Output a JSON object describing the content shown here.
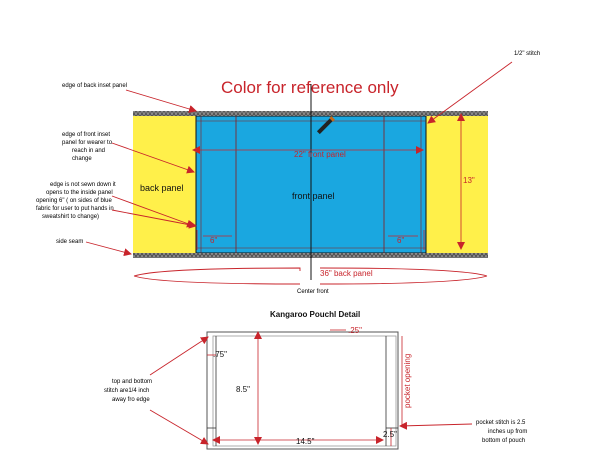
{
  "title": "Color for reference only",
  "annotations": {
    "stitch": "1/2\" stitch",
    "edge_back_inset": "edge of back inset panel",
    "edge_front_inset": [
      "edge of front inset",
      "panel for wearer to",
      "reach in and",
      "change"
    ],
    "edge_not_sewn": [
      "edge is not sewn down it",
      "opens to the inside panel",
      "opening 6\" ( on sides of blue",
      "fabric for user to put hands in",
      "sweatshirt to change)"
    ],
    "side_seam": "side seam",
    "center_front": "Center front"
  },
  "panels": {
    "back": "back panel",
    "front": "front panel"
  },
  "dimensions": {
    "front_width": "22\" front panel",
    "height": "13\"",
    "opening_left": "6\"",
    "opening_right": "6\"",
    "back_width": "36\" back panel"
  },
  "pouch": {
    "title": "Kangaroo Pouchl Detail",
    "dim_top": ".25\"",
    "dim_left": ".75\"",
    "height": "8.5\"",
    "width": "14.5\"",
    "dim_bottom_right": "2.5\"",
    "pocket_opening": "pocket opening",
    "note_left": [
      "top and bottom",
      "stitch are1/4 inch",
      "away fro edge"
    ],
    "note_right": [
      "pocket stitch is 2.5",
      "inches up from",
      "bottom of pouch"
    ]
  },
  "colors": {
    "yellow": "#fff04a",
    "blue": "#1aa7e0",
    "red": "#c8242b"
  }
}
